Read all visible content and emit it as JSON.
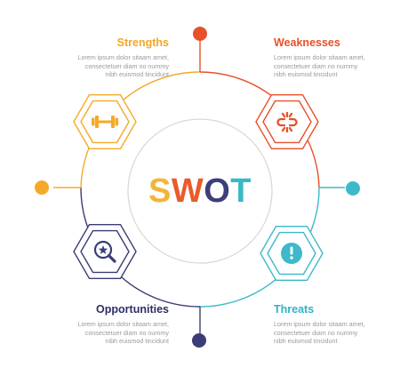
{
  "title": {
    "letters": [
      {
        "char": "S",
        "color": "#f4b43a"
      },
      {
        "char": "W",
        "color": "#ea5b2a"
      },
      {
        "char": "O",
        "color": "#3c3f7a"
      },
      {
        "char": "T",
        "color": "#39b8c6"
      }
    ]
  },
  "quadrants": [
    {
      "id": "strengths",
      "title": "Strengths",
      "body_lines": [
        "Lorem ipsum dolor sitaam amet,",
        "consectetuer diam no nummy",
        "nibh euismod tincidunt"
      ],
      "color": "#f5a928",
      "title_color": "#f5a623",
      "icon": "dumbbell-icon"
    },
    {
      "id": "weaknesses",
      "title": "Weaknesses",
      "body_lines": [
        "Lorem ipsum dolor sitaam amet,",
        "consectetuer diam no nummy",
        "nibh euismod tincidunt"
      ],
      "color": "#e8502a",
      "title_color": "#e8502a",
      "icon": "broken-chain-icon"
    },
    {
      "id": "opportunities",
      "title": "Opportunities",
      "body_lines": [
        "Lorem ipsum dolor sitaam amet,",
        "consectetuer diam no nummy",
        "nibh euismod tincidunt"
      ],
      "color": "#3a3d78",
      "title_color": "#2c2f66",
      "icon": "magnifier-star-icon"
    },
    {
      "id": "threats",
      "title": "Threats",
      "body_lines": [
        "Lorem ipsum dolor sitaam amet,",
        "consectetuer diam no nummy",
        "nibh euismod tincidunt"
      ],
      "color": "#3db9c9",
      "title_color": "#2fb3c4",
      "icon": "exclamation-icon"
    }
  ],
  "inner_circle_color": "#d9d9d9"
}
